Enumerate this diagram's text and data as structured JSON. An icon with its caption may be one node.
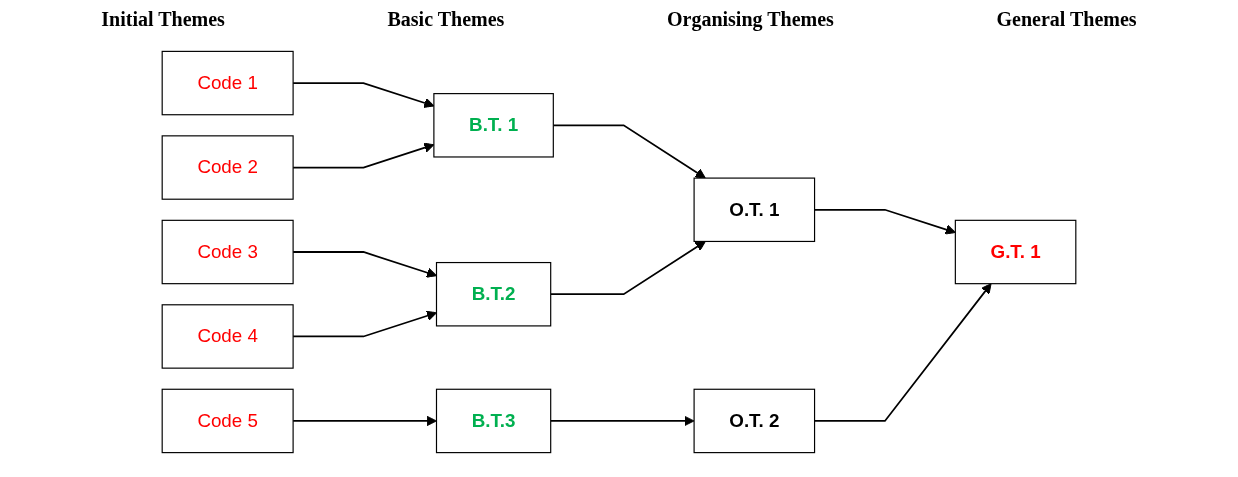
{
  "diagram": {
    "nodes": [
      {
        "text": [
          "Code 1"
        ]
      },
      {
        "text": [
          "Code 2"
        ]
      },
      {
        "text": [
          "Code 3"
        ]
      },
      {
        "text": [
          "Code 4"
        ]
      },
      {
        "text": [
          "Code 5"
        ]
      },
      {
        "text": [
          "B.T. 1"
        ]
      },
      {
        "text": [
          "B.T.2"
        ]
      },
      {
        "text": [
          "B.T.3"
        ]
      },
      {
        "text": [
          "O.T. 1"
        ]
      },
      {
        "text": [
          "O.T. 2"
        ]
      },
      {
        "text": [
          "G.T. 1"
        ]
      }
    ],
    "edges": [
      {
        "from": 0,
        "to": 5,
        "arrow": "to"
      },
      {
        "from": 1,
        "to": 5,
        "arrow": "to"
      },
      {
        "from": 2,
        "to": 6,
        "arrow": "to"
      },
      {
        "from": 3,
        "to": 6,
        "arrow": "to"
      },
      {
        "from": 4,
        "to": 7,
        "arrow": "to"
      },
      {
        "from": 5,
        "to": 8,
        "arrow": "to"
      },
      {
        "from": 6,
        "to": 8,
        "arrow": "to"
      },
      {
        "from": 7,
        "to": 9,
        "arrow": "to"
      },
      {
        "from": 8,
        "to": 10,
        "arrow": "to"
      },
      {
        "from": 9,
        "to": 10,
        "arrow": "to"
      }
    ],
    "labels": [
      "Initial Themes",
      "Basic Themes",
      "Organising Themes",
      "General Themes"
    ]
  }
}
